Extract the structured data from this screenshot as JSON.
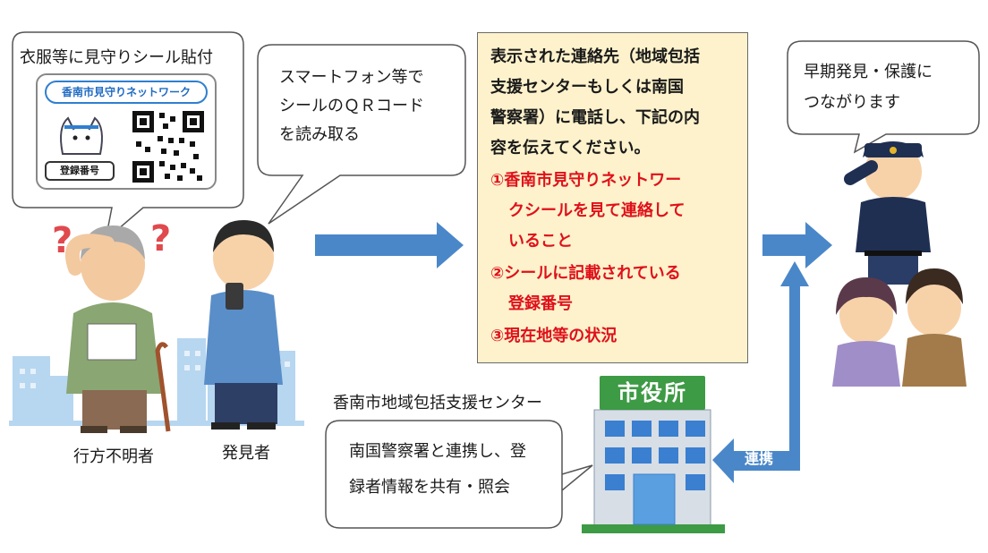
{
  "sticker_caption": "衣服等に見守りシール貼付",
  "sticker": {
    "title": "香南市見守りネットワーク",
    "registration_label": "登録番号"
  },
  "bubble_scan": {
    "lines": [
      "スマートフォン等で",
      "シールのＱＲコード",
      "を読み取る"
    ]
  },
  "note": {
    "intro_lines": [
      "表示された連絡先（地域包括",
      "支援センターもしくは南国",
      "警察署）に電話し、下記の内",
      "容を伝えてください。"
    ],
    "items": [
      {
        "lines": [
          "①香南市見守りネットワー",
          "クシールを見て連絡して",
          "いること"
        ]
      },
      {
        "lines": [
          "②シールに記載されている",
          "登録番号"
        ]
      },
      {
        "lines": [
          "③現在地等の状況"
        ]
      }
    ]
  },
  "bubble_police": {
    "lines": [
      "早期発見・保護に",
      "つながります"
    ]
  },
  "center_label": "香南市地域包括支援センター",
  "bubble_center": {
    "lines": [
      "南国警察署と連携し、登",
      "録者情報を共有・照会"
    ]
  },
  "city_hall_sign": "市役所",
  "cooperation_label": "連携",
  "person_missing_label": "行方不明者",
  "person_finder_label": "発見者",
  "colors": {
    "arrow": "#4a87c9",
    "note_bg": "#fdf2cb",
    "emphasis": "#e0101a",
    "city_hall_sign": "#3d9a45"
  }
}
